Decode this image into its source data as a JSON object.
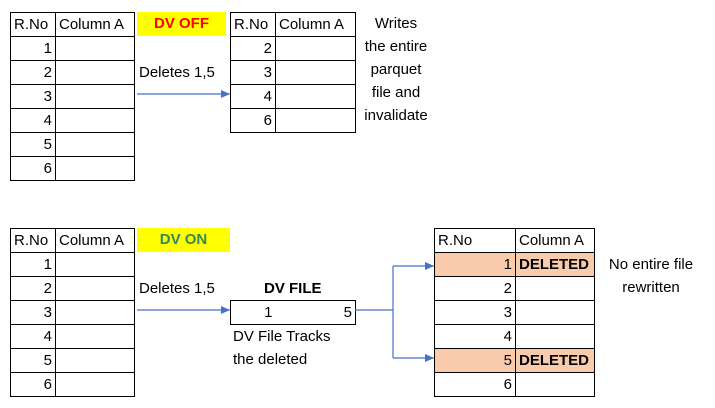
{
  "top": {
    "left_table": {
      "headers": [
        "R.No",
        "Column A"
      ],
      "rows": [
        "1",
        "2",
        "3",
        "4",
        "5",
        "6"
      ]
    },
    "badge": "DV OFF",
    "action": "Deletes 1,5",
    "right_table": {
      "headers": [
        "R.No",
        "Column A"
      ],
      "rows": [
        "2",
        "3",
        "4",
        "6"
      ]
    },
    "note_lines": [
      "Writes",
      "the entire",
      "parquet",
      "file and",
      "invalidate"
    ]
  },
  "bottom": {
    "left_table": {
      "headers": [
        "R.No",
        "Column A"
      ],
      "rows": [
        "1",
        "2",
        "3",
        "4",
        "5",
        "6"
      ]
    },
    "badge": "DV ON",
    "action": "Deletes 1,5",
    "dv_file": {
      "title": "DV FILE",
      "values": [
        "1",
        "5"
      ],
      "caption_lines": [
        "DV File Tracks",
        "the deleted"
      ]
    },
    "right_table": {
      "headers": [
        "R.No",
        "Column A"
      ],
      "rows": [
        {
          "rno": "1",
          "col": "DELETED",
          "deleted": true
        },
        {
          "rno": "2",
          "col": "",
          "deleted": false
        },
        {
          "rno": "3",
          "col": "",
          "deleted": false
        },
        {
          "rno": "4",
          "col": "",
          "deleted": false
        },
        {
          "rno": "5",
          "col": "DELETED",
          "deleted": true
        },
        {
          "rno": "6",
          "col": "",
          "deleted": false
        }
      ]
    },
    "note_lines": [
      "No entire file",
      "rewritten"
    ]
  },
  "colors": {
    "arrow": "#4472c4",
    "deleted_fill": "#f8cbad",
    "badge_fill": "#ffff00",
    "dv_off_text": "#ff0000",
    "dv_on_text": "#2e8b57"
  }
}
